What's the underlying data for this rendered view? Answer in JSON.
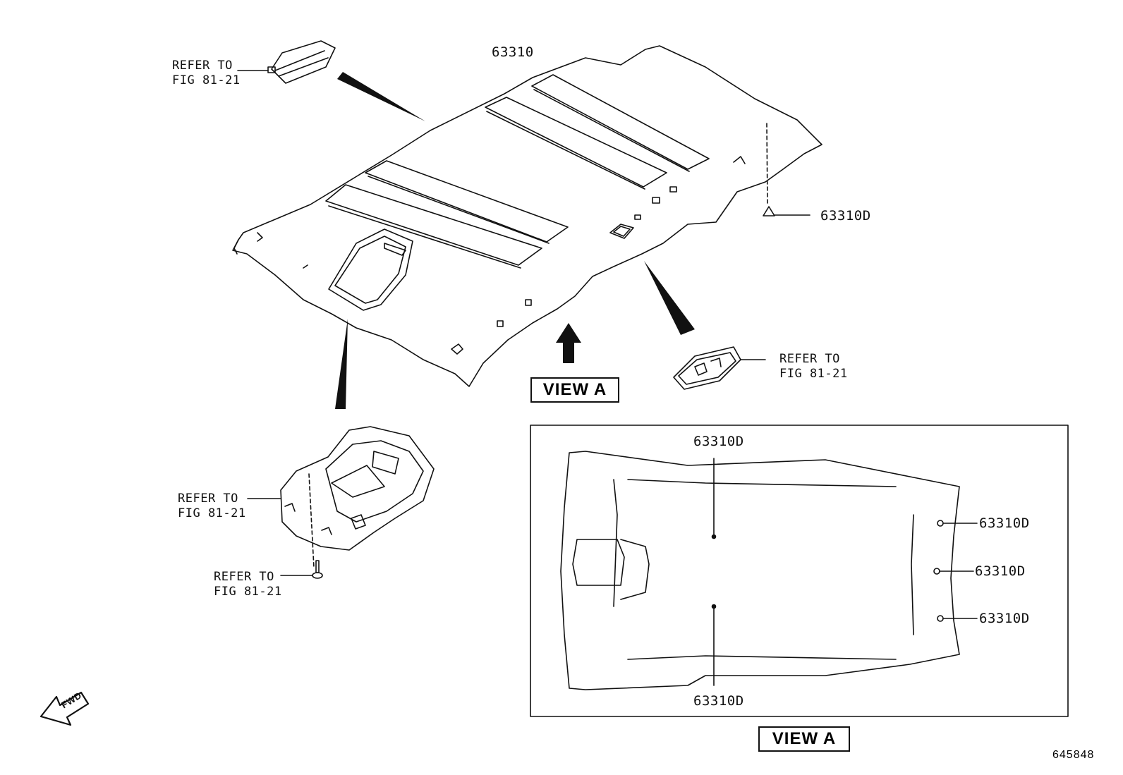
{
  "labels": {
    "refer_top": [
      "REFER TO",
      "FIG 81-21"
    ],
    "refer_right": [
      "REFER TO",
      "FIG 81-21"
    ],
    "refer_console": [
      "REFER TO",
      "FIG 81-21"
    ],
    "refer_screw": [
      "REFER TO",
      "FIG 81-21"
    ],
    "headliner_part": "63310",
    "clip_part": "63310D",
    "view_a_top_part": "63310D",
    "view_a_bottom_part": "63310D",
    "view_a_right_1": "63310D",
    "view_a_right_2": "63310D",
    "view_a_right_3": "63310D"
  },
  "view_a_label": "VIEW A",
  "view_a_box_label": "VIEW A",
  "fwd_label": "FWD",
  "figure_id": "645848",
  "colors": {
    "ink": "#111111",
    "background": "#ffffff"
  }
}
